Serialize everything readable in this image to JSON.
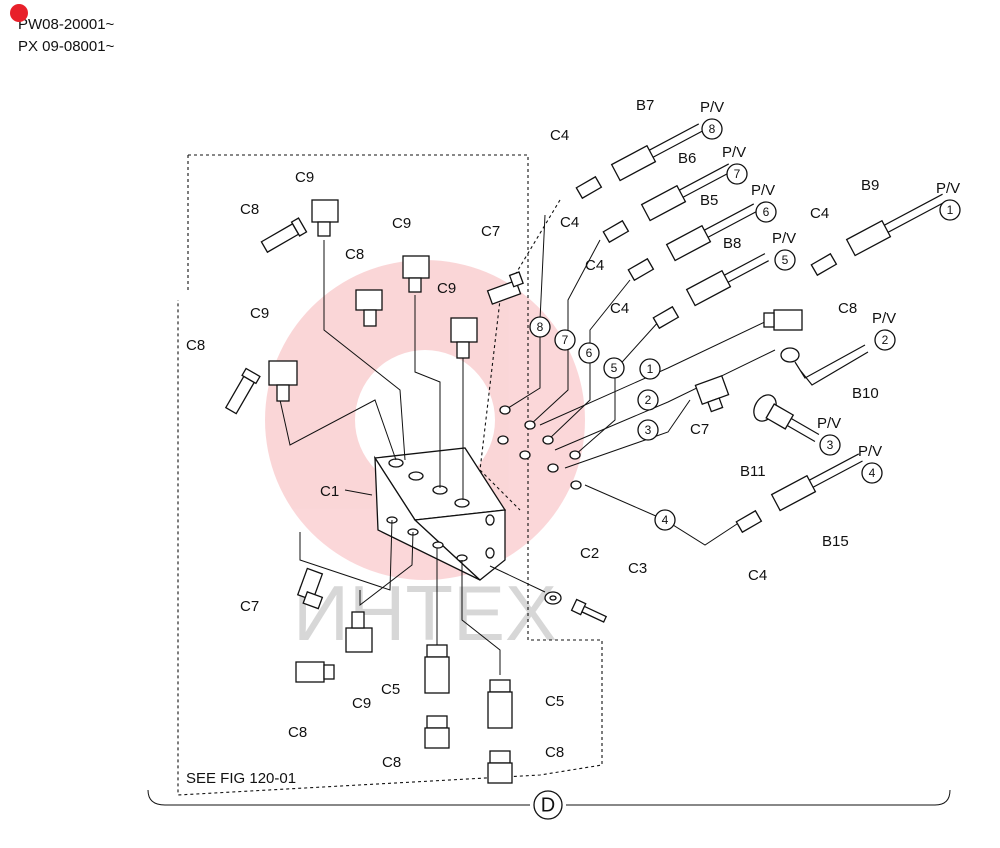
{
  "serials": [
    "PW08-20001~",
    "PX 09-08001~"
  ],
  "see_fig": "SEE FIG 120-01",
  "section": "D",
  "watermark": "ИНТЕХ",
  "pv_label": "P/V",
  "labels": {
    "C1": "C1",
    "C2": "C2",
    "C3": "C3",
    "C4": "C4",
    "C5": "C5",
    "C7": "C7",
    "C8": "C8",
    "C9": "C9",
    "B5": "B5",
    "B6": "B6",
    "B7": "B7",
    "B8": "B8",
    "B9": "B9",
    "B10": "B10",
    "B11": "B11",
    "B15": "B15"
  },
  "numbers": [
    "1",
    "2",
    "3",
    "4",
    "5",
    "6",
    "7",
    "8"
  ]
}
